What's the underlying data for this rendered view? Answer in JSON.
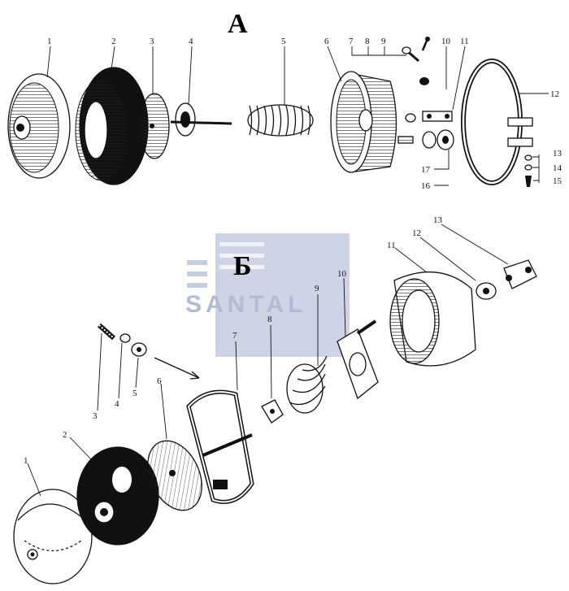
{
  "sections": {
    "a_title": "А",
    "b_title": "Б"
  },
  "watermark": {
    "text": "SANTAL",
    "color": "#b3bcd4"
  },
  "callouts_a": [
    "1",
    "2",
    "3",
    "4",
    "5",
    "6",
    "7",
    "8",
    "9",
    "10",
    "11",
    "12",
    "13",
    "14",
    "15",
    "16",
    "17"
  ],
  "callouts_b": [
    "1",
    "2",
    "3",
    "4",
    "5",
    "6",
    "7",
    "8",
    "9",
    "10",
    "11",
    "12",
    "13"
  ]
}
